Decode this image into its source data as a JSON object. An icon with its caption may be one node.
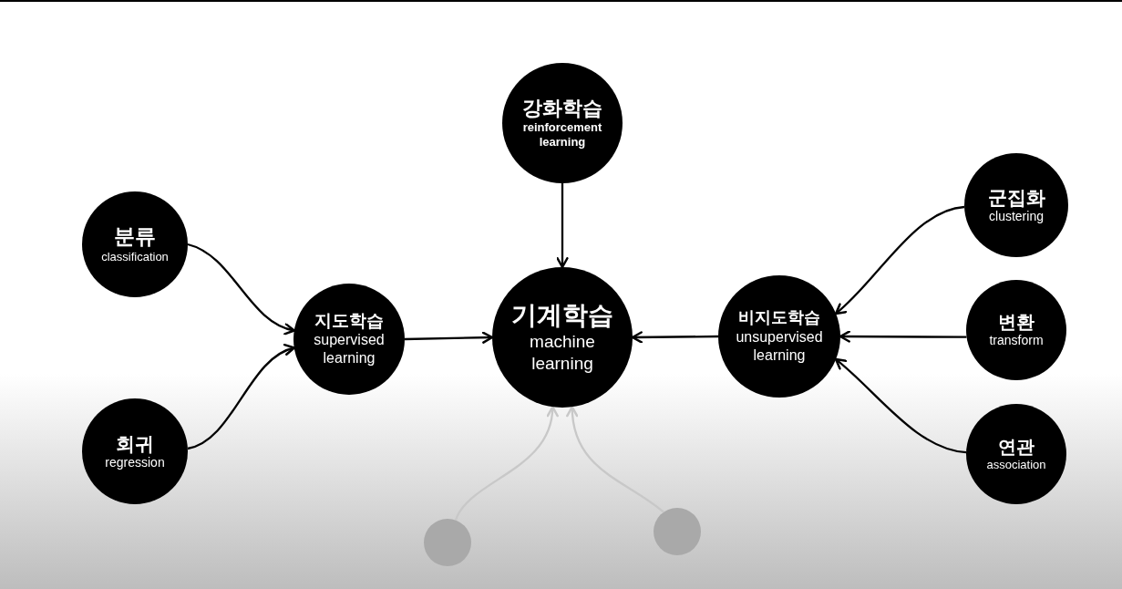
{
  "diagram": {
    "nodes": [
      {
        "text": [
          "강화학습",
          "reinforcement learning"
        ]
      },
      {
        "text": [
          "분류",
          "classification"
        ]
      },
      {
        "text": [
          "군집화",
          "clustering"
        ]
      },
      {
        "text": [
          "지도학습",
          "supervised learning"
        ]
      },
      {
        "text": [
          "기계학습",
          "machine learning"
        ]
      },
      {
        "text": [
          "비지도학습",
          "unsupervised learning"
        ]
      },
      {
        "text": [
          "변환",
          "transform"
        ]
      },
      {
        "text": [
          "회귀",
          "regression"
        ]
      },
      {
        "text": [
          "연관",
          "association"
        ]
      },
      {
        "text": [],
        "shape": "circle"
      },
      {
        "text": [],
        "shape": "circle"
      }
    ],
    "edges": [
      {
        "from": 0,
        "to": 4,
        "arrow": "to"
      },
      {
        "from": 1,
        "to": 3,
        "arrow": "to"
      },
      {
        "from": 7,
        "to": 3,
        "arrow": "to"
      },
      {
        "from": 3,
        "to": 4,
        "arrow": "to"
      },
      {
        "from": 5,
        "to": 4,
        "arrow": "to"
      },
      {
        "from": 2,
        "to": 5,
        "arrow": "to"
      },
      {
        "from": 6,
        "to": 5,
        "arrow": "to"
      },
      {
        "from": 8,
        "to": 5,
        "arrow": "to"
      },
      {
        "from": 9,
        "to": 4,
        "arrow": "to",
        "color": "#c8c8c8"
      },
      {
        "from": 10,
        "to": 4,
        "arrow": "to",
        "color": "#c8c8c8"
      }
    ]
  }
}
